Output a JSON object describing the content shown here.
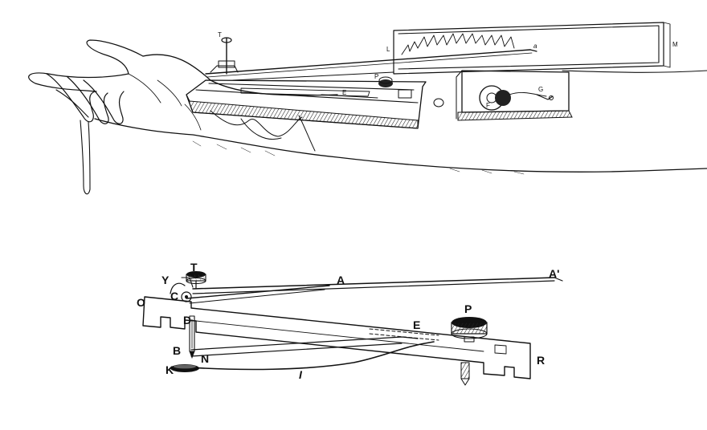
{
  "upper_figure": {
    "labels": {
      "T": "T",
      "L": "L",
      "M": "M",
      "a": "a",
      "P": "P",
      "E": "E",
      "F": "F",
      "G": "G"
    }
  },
  "lower_figure": {
    "labels": {
      "T": "T",
      "Y": "Y",
      "A": "A",
      "A_prime": "A'",
      "O": "O",
      "C": "C",
      "D": "D",
      "B": "B",
      "N": "N",
      "K": "K",
      "I": "I",
      "E": "E",
      "P": "P",
      "R": "R"
    }
  },
  "colors": {
    "ink": "#111111",
    "paper": "#ffffff"
  }
}
